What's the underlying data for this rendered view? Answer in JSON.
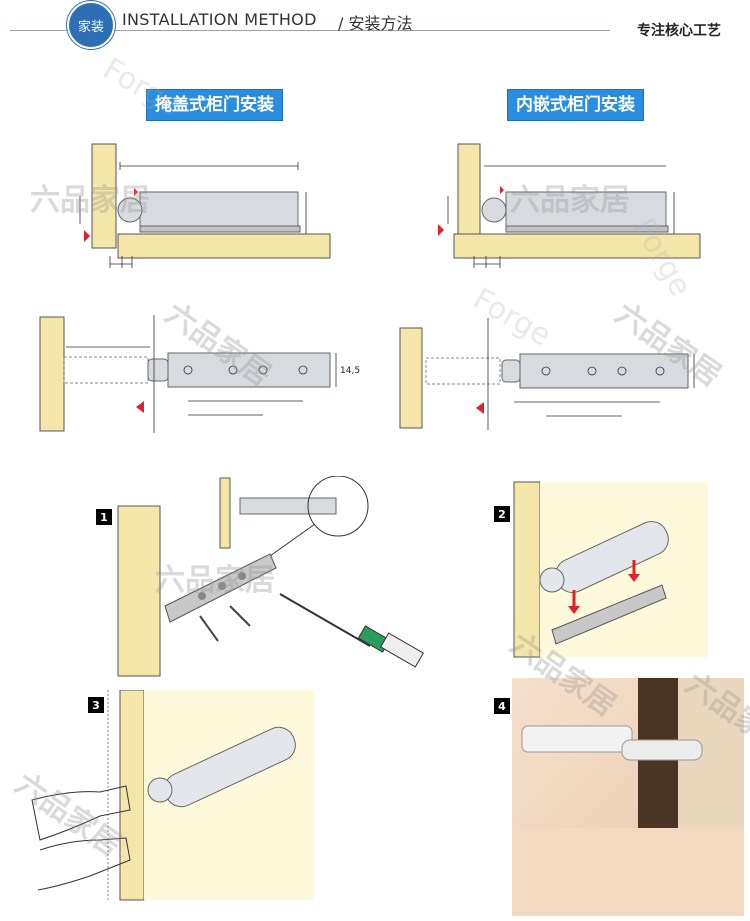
{
  "header": {
    "badge": "家装",
    "title": "INSTALLATION METHOD",
    "subtitle": "/ 安装方法",
    "tagline": "专注核心工艺"
  },
  "sections": {
    "overlay_title": "掩盖式柜门安装",
    "inset_title": "内嵌式柜门安装"
  },
  "dimensions": {
    "height_label": "14,5"
  },
  "steps": [
    "1",
    "2",
    "3",
    "4"
  ],
  "watermarks": {
    "brand": "六品家居",
    "english": "Forge"
  },
  "colors": {
    "accent": "#2b8de0",
    "badge": "#2e6eb5",
    "wood": "#f3e6a8",
    "marker": "#e0202a",
    "bracket": "#c8c8c8"
  }
}
